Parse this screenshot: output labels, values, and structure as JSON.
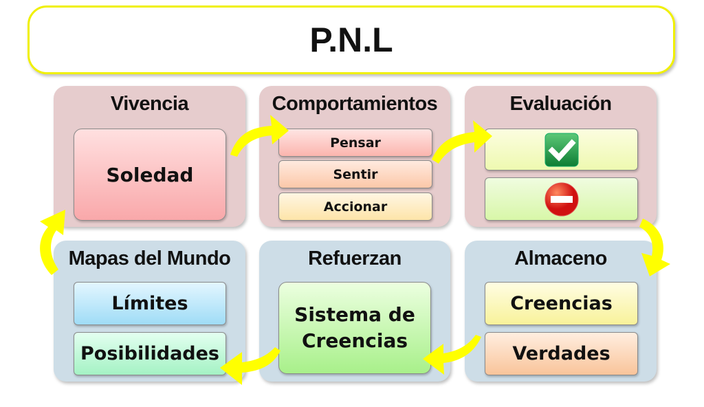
{
  "title": "P.N.L",
  "panels": {
    "vivencia": {
      "header": "Vivencia",
      "items": [
        "Soledad"
      ]
    },
    "comportamientos": {
      "header": "Comportamientos",
      "items": [
        "Pensar",
        "Sentir",
        "Accionar"
      ]
    },
    "evaluacion": {
      "header": "Evaluación",
      "icons": [
        "check-icon",
        "no-entry-icon"
      ]
    },
    "mapas": {
      "header": "Mapas del Mundo",
      "items": [
        "Límites",
        "Posibilidades"
      ]
    },
    "refuerzan": {
      "header": "Refuerzan",
      "items": [
        "Sistema de Creencias"
      ]
    },
    "almaceno": {
      "header": "Almaceno",
      "items": [
        "Creencias",
        "Verdades"
      ]
    }
  },
  "colors": {
    "arrow": "#ffff00",
    "panel_top": "#e6cccd",
    "panel_bottom": "#cddde7"
  }
}
